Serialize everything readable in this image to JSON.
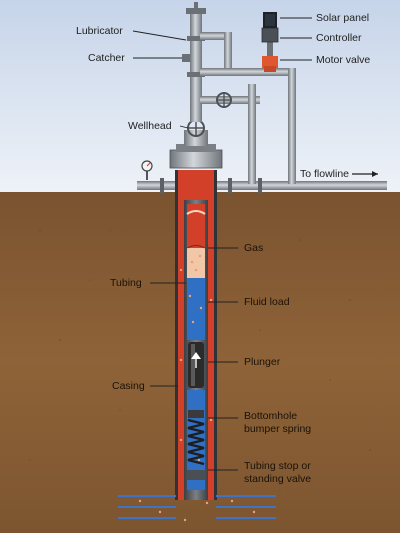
{
  "labels": {
    "solar_panel": "Solar panel",
    "controller": "Controller",
    "motor_valve": "Motor valve",
    "lubricator": "Lubricator",
    "catcher": "Catcher",
    "wellhead": "Wellhead",
    "to_flowline": "To flowline",
    "gas": "Gas",
    "tubing": "Tubing",
    "fluid_load": "Fluid load",
    "plunger": "Plunger",
    "casing": "Casing",
    "bottomhole_line1": "Bottomhole",
    "bottomhole_line2": "bumper spring",
    "tubing_stop_line1": "Tubing stop or",
    "tubing_stop_line2": "standing valve"
  },
  "icons": {
    "pressure_gauge": "pressure-gauge-icon",
    "flow_arrow": "arrow-right-icon",
    "plunger_arrow": "arrow-up-icon"
  },
  "colors": {
    "sky_top": "#c9d6ea",
    "sky_bottom": "#eef2f8",
    "earth": "#8a5f36",
    "earth_dark": "#6e4a27",
    "casing_red": "#d2402a",
    "fluid_blue": "#2f6fc4",
    "gas_peach": "#f2c7a8",
    "steel": "#8c9197",
    "valve_orange": "#e0562f"
  }
}
